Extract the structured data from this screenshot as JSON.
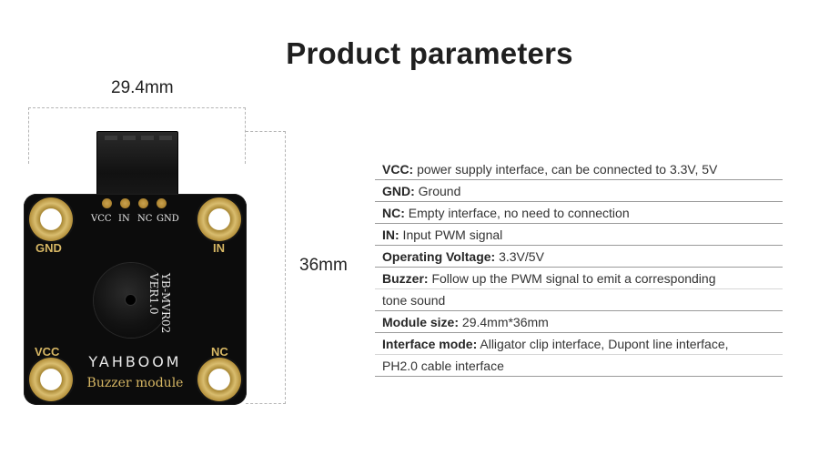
{
  "title": "Product parameters",
  "dimensions": {
    "width": "29.4mm",
    "height": "36mm"
  },
  "board": {
    "pins": [
      "VCC",
      "IN",
      "NC",
      "GND"
    ],
    "corner_labels": {
      "top_left": "GND",
      "top_right": "IN",
      "bottom_left": "VCC",
      "bottom_right": "NC"
    },
    "brand": "YAHBOOM",
    "model_line1": "YB-MVR02",
    "model_line2": "VER1.0",
    "module_name": "Buzzer module"
  },
  "parameters": [
    {
      "label": "VCC:",
      "text": " power supply interface, can be connected to 3.3V, 5V"
    },
    {
      "label": "GND:",
      "text": " Ground"
    },
    {
      "label": "NC:",
      "text": " Empty interface, no need to connection"
    },
    {
      "label": "IN:",
      "text": " Input PWM signal"
    },
    {
      "label": "Operating Voltage:",
      "text": " 3.3V/5V"
    },
    {
      "label": "Buzzer:",
      "text": " Follow up the PWM signal to emit a corresponding",
      "cont": "tone sound"
    },
    {
      "label": "Module size:",
      "text": " 29.4mm*36mm"
    },
    {
      "label": "Interface mode:",
      "text": " Alligator clip interface, Dupont line interface,",
      "cont": "PH2.0 cable interface"
    }
  ]
}
